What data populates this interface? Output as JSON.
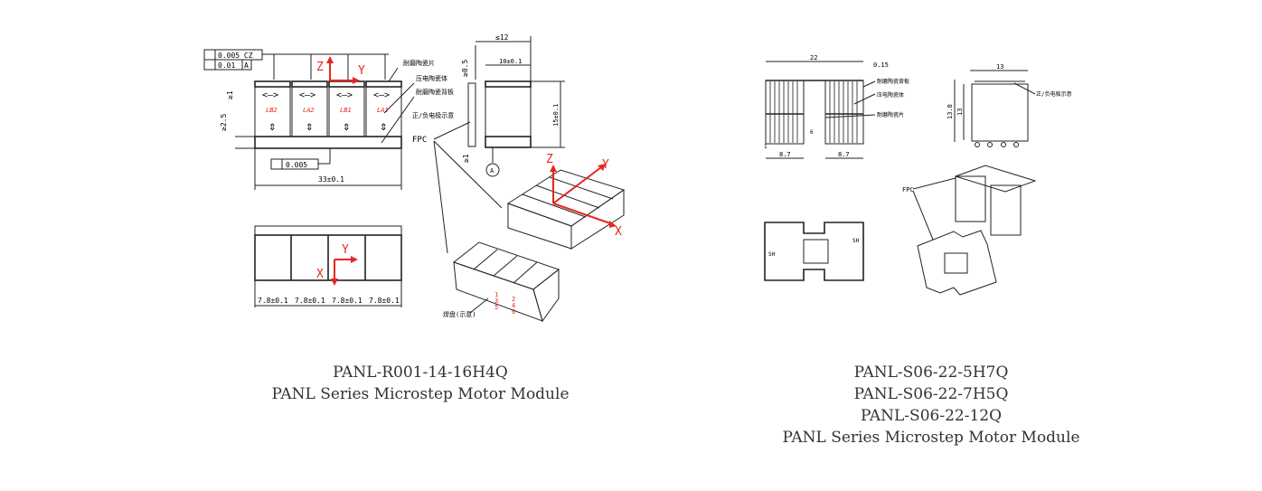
{
  "colors": {
    "axis": "#e8251f",
    "line": "#222222",
    "caption": "#333333"
  },
  "left_product": {
    "drawing": {
      "tolerance_flatness": "0.005 CZ",
      "tolerance_parallel": "0.01",
      "datum_ref": "A",
      "tolerance_bottom": "0.005",
      "phase_labels": [
        "LB2",
        "LA2",
        "LB1",
        "LA1"
      ],
      "dim_total_width": "33±0.1",
      "dim_gap_top": "≥1",
      "dim_gap_side": "≥2.5",
      "dim_depth": "≤12",
      "dim_inner": "10±0.1",
      "dim_height": "15±0.1",
      "dim_fpc_gap": "≥0.5",
      "dim_bottom_gap": "≥1",
      "datum_label": "A",
      "fpc_label": "FPC",
      "part_labels": [
        "耐磨陶瓷片",
        "压电陶瓷体",
        "耐磨陶瓷背板",
        "正/负电极示意"
      ],
      "pad_label": "焊盘(示意)",
      "pad_numbers": [
        "1",
        "3",
        "5",
        "2",
        "4",
        "6"
      ],
      "segment_widths": [
        "7.8±0.1",
        "7.8±0.1",
        "7.8±0.1",
        "7.8±0.1"
      ],
      "axes": {
        "z": "Z",
        "y": "Y",
        "x": "X"
      }
    },
    "caption": {
      "model": "PANL-R001-14-16H4Q",
      "subtitle": "PANL Series Microstep Motor Module"
    }
  },
  "right_product": {
    "drawing": {
      "dim_width": "22",
      "dim_offset": "0.15",
      "dim_left": "8.7",
      "dim_right": "8.7",
      "dim_small": "1",
      "dim_mid": "6",
      "dim_side_width": "13",
      "dim_side_height_total": "13.8",
      "dim_side_height": "13",
      "part_labels": [
        "耐磨陶瓷背板",
        "压电陶瓷体",
        "耐磨陶瓷片"
      ],
      "electrode_label": "正/负电极示意",
      "fpc_label": "FPC",
      "pcb_marks": [
        "SH",
        "SH"
      ]
    },
    "caption": {
      "models": [
        "PANL-S06-22-5H7Q",
        "PANL-S06-22-7H5Q",
        "PANL-S06-22-12Q"
      ],
      "subtitle": "PANL Series Microstep Motor Module"
    }
  }
}
